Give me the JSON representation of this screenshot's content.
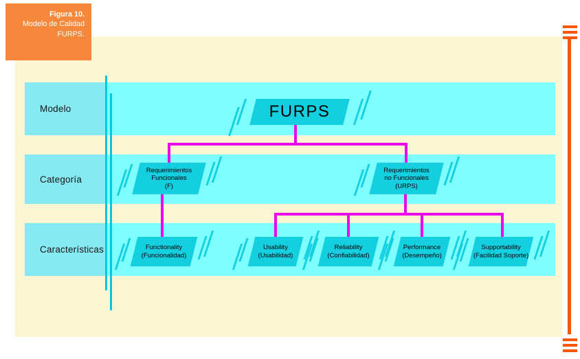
{
  "figure_label": {
    "number": "Figura 10.",
    "title_line1": "Modelo de Calidad",
    "title_line2": "FURPS."
  },
  "rows": {
    "row1": "Modelo",
    "row2": "Categoría",
    "row3": "Características"
  },
  "nodes": {
    "root": {
      "label": "FURPS"
    },
    "categories": [
      {
        "line1": "Requerimientos",
        "line2": "Funcionales",
        "line3": "(F)"
      },
      {
        "line1": "Requerimientos",
        "line2": "no Funcionales",
        "line3": "(URPS)"
      }
    ],
    "characteristics": [
      {
        "line1": "Functionality",
        "line2": "(Funcionalidad)"
      },
      {
        "line1": "Usability",
        "line2": "(Usabilidad)"
      },
      {
        "line1": "Reliability",
        "line2": "(Confiabilidad)"
      },
      {
        "line1": "Performance",
        "line2": "(Desempeño)"
      },
      {
        "line1": "Supportability",
        "line2": "(Facilidad Soporte)"
      }
    ]
  },
  "colors": {
    "panel_cream": "#FBF5D2",
    "band_cyan": "#7EFEFF",
    "label_zone_cyan": "#85EAF2",
    "node_fill_cyan": "#14CFE0",
    "connector_magenta": "#E80AE8",
    "figure_box_orange": "#F6883C",
    "margin_rule_orange": "#F75708",
    "vertical_rule_cyan": "#00C8DC"
  }
}
